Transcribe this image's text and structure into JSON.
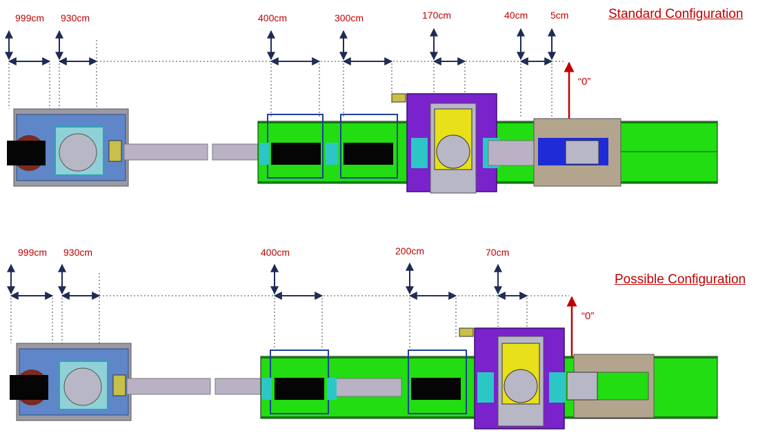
{
  "colors": {
    "marker_text": "#c00000",
    "rail_green": "#22dd11",
    "frame_purple": "#7a22cc",
    "core_yellow": "#e8e01a",
    "base_blue": "#5f86c8",
    "pipe": "#b9b2c4",
    "arrow_navy": "#1d2b55",
    "zero_arrow": "#c00000"
  },
  "standard": {
    "title": "Standard Configuration",
    "zero_label": "“0”",
    "markers": [
      "999cm",
      "930cm",
      "400cm",
      "300cm",
      "170cm",
      "40cm",
      "5cm"
    ]
  },
  "possible": {
    "title": "Possible Configuration",
    "zero_label": "“0”",
    "markers": [
      "999cm",
      "930cm",
      "400cm",
      "200cm",
      "70cm"
    ]
  }
}
